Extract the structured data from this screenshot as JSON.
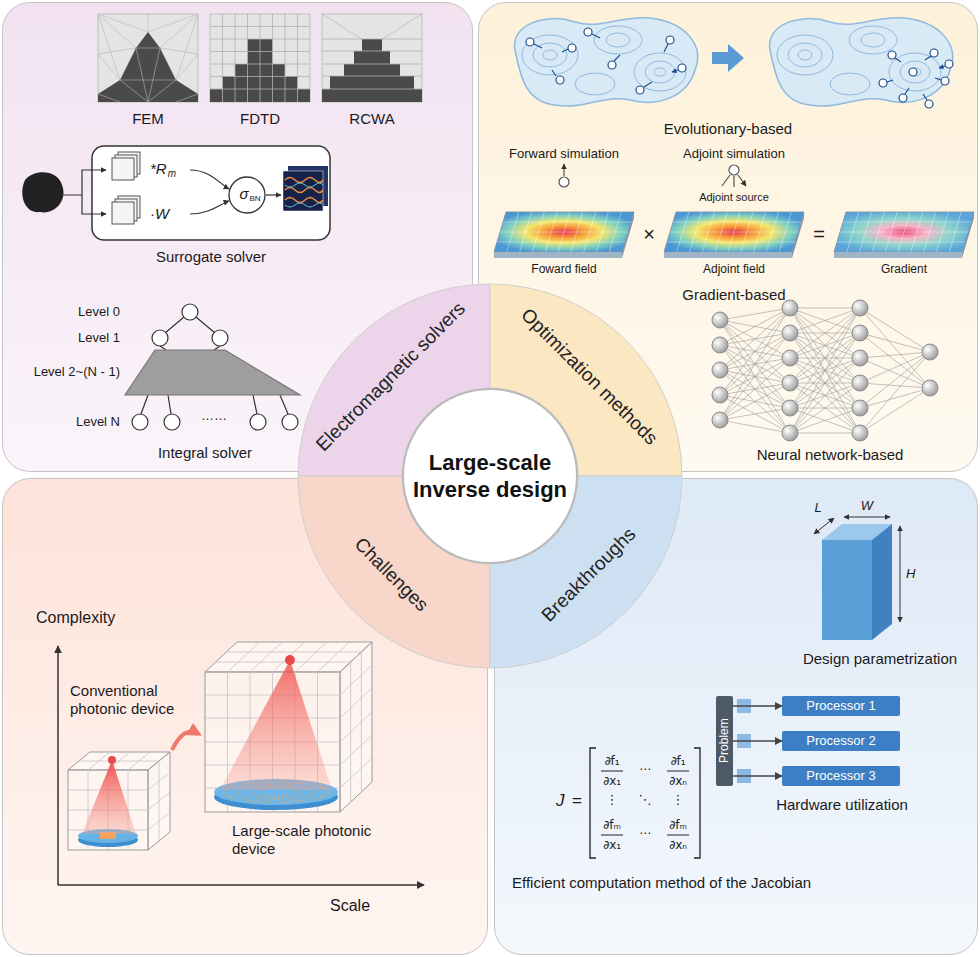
{
  "diagram": {
    "nodes": [
      {
        "text": [
          "FEM",
          "FDTD",
          "RCWA",
          "Surrogate solver",
          "Integral solver"
        ]
      },
      {
        "text": [
          "Evolutionary-based",
          "Gradient-based",
          "Neural network-based"
        ]
      },
      {
        "text": [
          "Complexity",
          "Conventional photonic device",
          "Large-scale photonic device",
          "Scale"
        ]
      },
      {
        "text": [
          "Design parametrization",
          "Hardware utilization",
          "Efficient computation method of the Jacobian"
        ]
      },
      {
        "text": [
          "Problem"
        ],
        "in": 3
      },
      {
        "text": [
          "Processor 1"
        ],
        "in": 3
      },
      {
        "text": [
          "Processor 2"
        ],
        "in": 3
      },
      {
        "text": [
          "Processor 3"
        ],
        "in": 3
      },
      {
        "text": [
          "Electromagnetic solvers"
        ]
      },
      {
        "text": [
          "Optimization methods"
        ]
      },
      {
        "text": [
          "Challenges"
        ]
      },
      {
        "text": [
          "Breakthroughs"
        ]
      },
      {
        "text": [
          "Large-scale Inverse design"
        ]
      }
    ],
    "edges": [
      {
        "from": 4,
        "to": 5,
        "arrow": "to"
      },
      {
        "from": 4,
        "to": 6,
        "arrow": "to"
      },
      {
        "from": 4,
        "to": 7,
        "arrow": "to"
      }
    ],
    "labels": [
      "*R",
      "m",
      "·W",
      "σ",
      "BN",
      "Level 0",
      "Level 1",
      "Level 2~(N - 1)",
      "Level N",
      "……",
      "Forward simulation",
      "Adjoint simulation",
      "Adjoint source",
      "Foward field",
      "×",
      "Adjoint field",
      "=",
      "Gradient",
      "L",
      "W",
      "H",
      "J",
      "=",
      "∂f₁",
      "∂x₁",
      "⋯",
      "∂f₁",
      "∂xₙ",
      "⋮",
      "⋱",
      "⋮",
      "∂fₘ",
      "∂x₁",
      "⋯",
      "∂fₘ",
      "∂xₙ"
    ]
  }
}
